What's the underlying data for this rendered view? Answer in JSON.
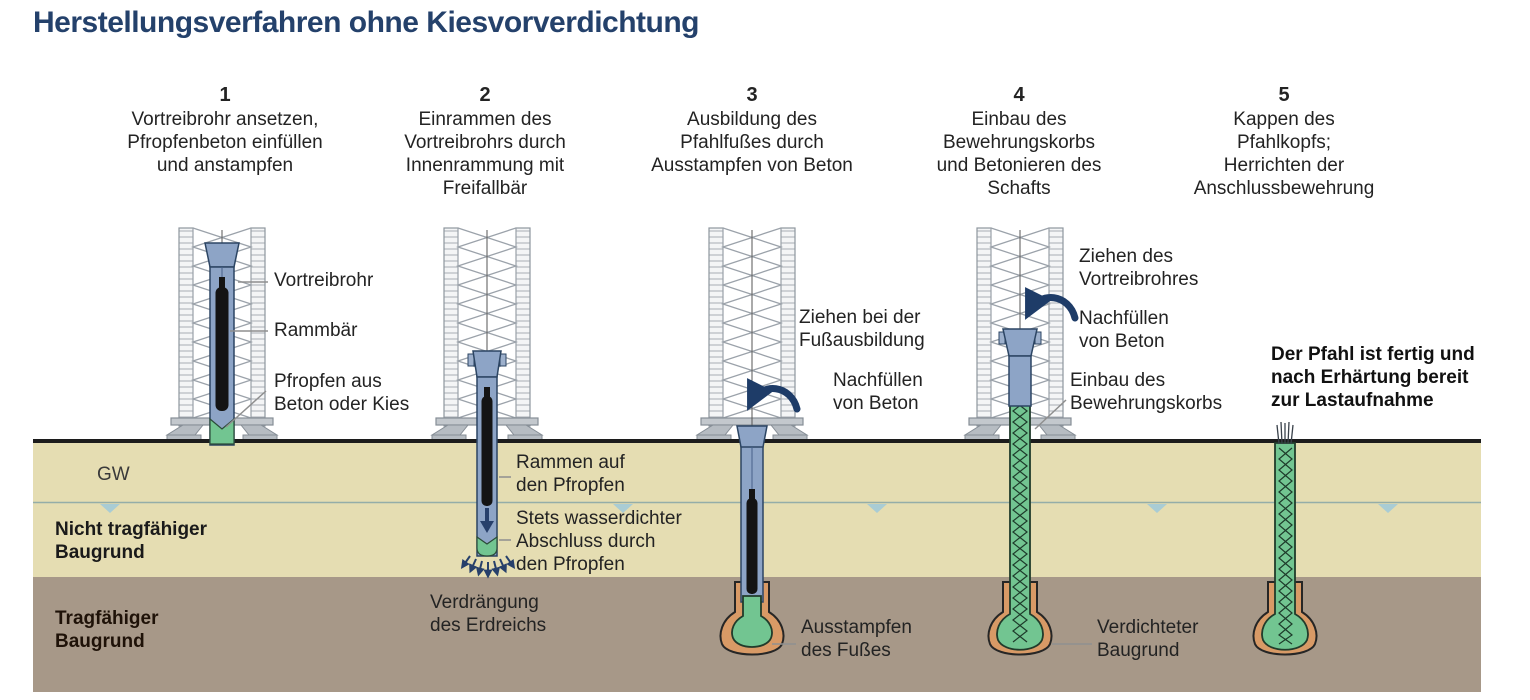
{
  "title": "Herstellungsverfahren ohne Kiesvorverdichtung",
  "steps": [
    {
      "number": "1",
      "description": "Vortreibrohr ansetzen,\nPfropfenbeton einfüllen\nund anstampfen"
    },
    {
      "number": "2",
      "description": "Einrammen des\nVortreibrohrs durch\nInnenrammung mit\nFreifallbär"
    },
    {
      "number": "3",
      "description": "Ausbildung des\nPfahlfußes durch\nAusstampfen von Beton"
    },
    {
      "number": "4",
      "description": "Einbau des\nBewehrungskorbs\nund Betonieren des\nSchafts"
    },
    {
      "number": "5",
      "description": "Kappen des\nPfahlkopfs;\nHerrichten der\nAnschlussbewehrung"
    }
  ],
  "annotations": {
    "vortreibrohr": "Vortreibrohr",
    "rammbaer": "Rammbär",
    "pfropfen": "Pfropfen aus\nBeton oder Kies",
    "rammen": "Rammen auf\nden Pfropfen",
    "wasserdicht": "Stets wasserdichter\nAbschluss durch\nden Pfropfen",
    "verdraengung": "Verdrängung\ndes Erdreichs",
    "ziehen_fuss": "Ziehen bei der\nFußausbildung",
    "nachfuellen3": "Nachfüllen\nvon Beton",
    "ausstampfen": "Ausstampfen\ndes Fußes",
    "ziehen_rohr": "Ziehen des\nVortreibrohres",
    "nachfuellen4": "Nachfüllen\nvon Beton",
    "einbau": "Einbau des\nBewehrungskorbs",
    "verdichtet": "Verdichteter\nBaugrund"
  },
  "ground": {
    "gw": "GW",
    "layer_upper": "Nicht tragfähiger\nBaugrund",
    "layer_bearing": "Tragfähiger\nBaugrund"
  },
  "note": "Der Pfahl ist fertig und\nnach Erhärtung bereit\nzur Lastaufnahme",
  "colors": {
    "title": "#24416b",
    "text": "#232323",
    "arrow_navy": "#1e3c68",
    "soil_upper": "#e5ddb2",
    "soil_bearing": "#a79888",
    "tube_blue": "#8da4c6",
    "concrete_green": "#72c591",
    "compacted_orange": "#d89a66",
    "groundwater_blue": "#a9ccd4"
  }
}
